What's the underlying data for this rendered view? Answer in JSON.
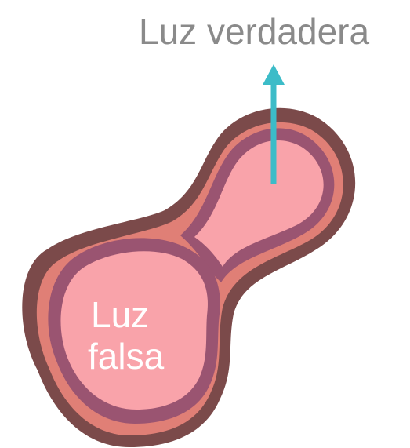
{
  "diagram": {
    "title_label": "Luz verdadera",
    "inner_label_line1": "Luz",
    "inner_label_line2": "falsa"
  },
  "colors": {
    "outer_band": "#7b4a4a",
    "middle_band": "#e07f76",
    "inner_band": "#9a5471",
    "fill": "#f9a3aa",
    "arrow": "#3cbcc8",
    "title_text": "#8a8a8a",
    "inner_text": "#ffffff"
  }
}
